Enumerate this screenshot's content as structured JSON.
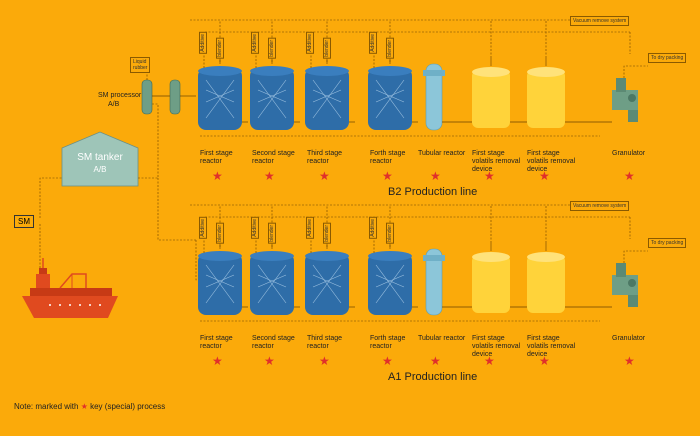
{
  "sm_label": "SM",
  "sm_tanker": {
    "title": "SM tanker",
    "sub": "A/B"
  },
  "sm_processor": {
    "title": "SM processor",
    "sub": "A/B"
  },
  "liquid_rubber_label": "Liquid\nrubber",
  "lines": [
    {
      "title": "B2 Production line",
      "vacuum_label": "Vacuum remove system",
      "dry_packing_label": "To dry packing",
      "additive_label": "Additive",
      "blender_label": "blender",
      "stages": [
        {
          "label": "First stage\nreactor",
          "key": true
        },
        {
          "label": "Second stage\nreactor",
          "key": true
        },
        {
          "label": "Third stage\nreactor",
          "key": true
        },
        {
          "label": "Forth stage\nreactor",
          "key": true
        },
        {
          "label": "Tubular reactor",
          "key": true
        },
        {
          "label": "First stage\nvolatils removal\ndevice",
          "key": true
        },
        {
          "label": "First stage\nvolatils removal\ndevice",
          "key": true
        },
        {
          "label": "Granulator",
          "key": true
        }
      ]
    },
    {
      "title": "A1 Production line",
      "vacuum_label": "Vacuum remove system",
      "dry_packing_label": "To dry packing",
      "additive_label": "Additive",
      "blender_label": "blender",
      "stages": [
        {
          "label": "First stage\nreactor",
          "key": true
        },
        {
          "label": "Second stage\nreactor",
          "key": true
        },
        {
          "label": "Third stage\nreactor",
          "key": true
        },
        {
          "label": "Forth stage\nreactor",
          "key": true
        },
        {
          "label": "Tubular reactor",
          "key": true
        },
        {
          "label": "First stage\nvolatils removal\ndevice",
          "key": true
        },
        {
          "label": "First stage\nvolatils removal\ndevice",
          "key": true
        },
        {
          "label": "Granulator",
          "key": true
        }
      ]
    }
  ],
  "note": {
    "prefix": "Note: marked with",
    "star": "★",
    "suffix": "key (special) process"
  },
  "colors": {
    "background": "#FBAA0A",
    "reactor": "#2E6DA8",
    "tubular": "#8CC6D9",
    "devolatilizer": "#FFD33A",
    "granulator": "#6E9E86",
    "tanker": "#9EC5B8",
    "ship": "#E04A1F",
    "star": "#E0302A"
  }
}
